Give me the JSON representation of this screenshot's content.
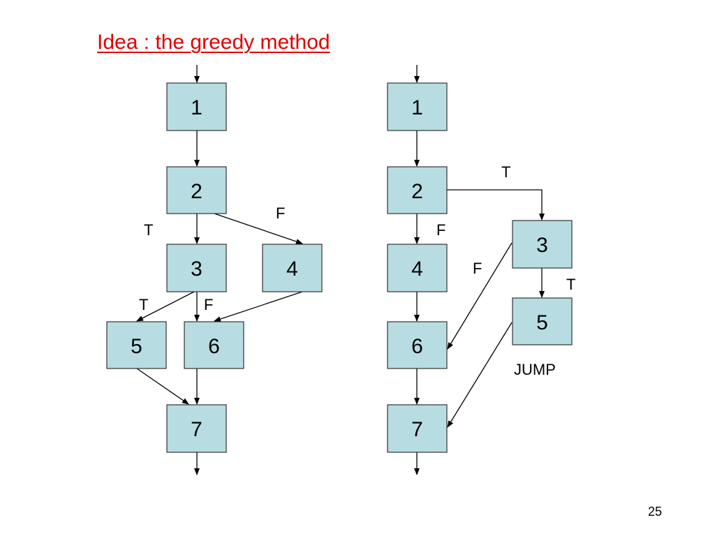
{
  "title": "Idea : the greedy method",
  "page_number": "25",
  "left_flow": {
    "nodes": [
      "1",
      "2",
      "3",
      "4",
      "5",
      "6",
      "7"
    ],
    "labels": {
      "t_2_3": "T",
      "f_2_4": "F",
      "t_3_5": "T",
      "f_3_6": "F"
    }
  },
  "right_flow": {
    "nodes": [
      "1",
      "2",
      "4",
      "6",
      "7",
      "3",
      "5"
    ],
    "labels": {
      "t_2_3": "T",
      "f_2_4": "F",
      "f_3_6": "F",
      "t_3_5": "T",
      "jump": "JUMP"
    }
  }
}
